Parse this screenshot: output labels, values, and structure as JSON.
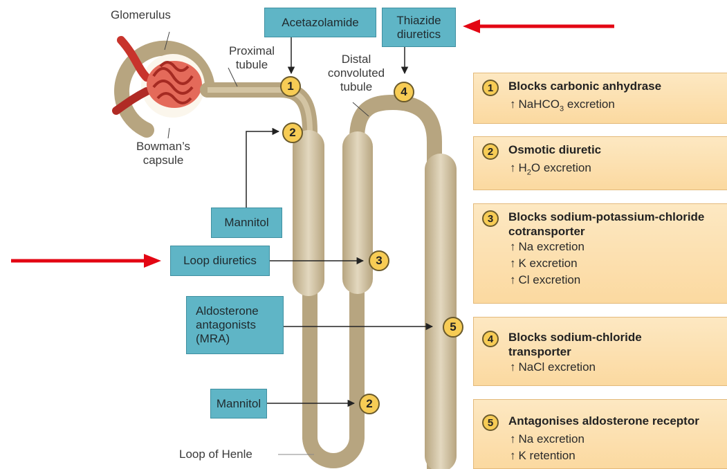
{
  "diagram": {
    "structures": {
      "glomerulus": "Glomerulus",
      "proximal_tubule": "Proximal tubule",
      "bowmans_capsule": "Bowman’s capsule",
      "distal_tubule": "Distal convoluted tubule",
      "loop_of_henle": "Loop of Henle"
    },
    "drugs": {
      "acetazolamide": "Acetazolamide",
      "thiazide": "Thiazide diuretics",
      "mannitol_top": "Mannitol",
      "loop": "Loop diuretics",
      "aldosterone": "Aldosterone antagonists (MRA)",
      "mannitol_bottom": "Mannitol"
    },
    "sites": [
      "1",
      "2",
      "3",
      "4",
      "5",
      "2"
    ],
    "panels": [
      {
        "num": "1",
        "title": "Blocks carbonic anhydrase",
        "effects": [
          {
            "pre": "NaHCO",
            "sub": "3",
            "post": " excretion"
          }
        ]
      },
      {
        "num": "2",
        "title": "Osmotic diuretic",
        "effects": [
          {
            "pre": "H",
            "sub": "2",
            "post": "O excretion"
          }
        ]
      },
      {
        "num": "3",
        "title": "Blocks sodium-potassium-chloride",
        "title2": "cotransporter",
        "effects": [
          {
            "pre": "Na excretion"
          },
          {
            "pre": "K excretion"
          },
          {
            "pre": "Cl excretion"
          }
        ]
      },
      {
        "num": "4",
        "title": "Blocks sodium-chloride",
        "title2": "transporter",
        "effects": [
          {
            "pre": "NaCl excretion"
          }
        ]
      },
      {
        "num": "5",
        "title": "Antagonises aldosterone receptor",
        "effects": [
          {
            "pre": "Na excretion"
          },
          {
            "pre": "K retention"
          }
        ]
      }
    ],
    "colors": {
      "tubule": "#bfae8a",
      "tubule_light": "#d8cbb0",
      "drug_box": "#5fb5c6",
      "badge": "#f7cc55",
      "panel": "#fbd9a0",
      "highlight_arrow": "#e30613",
      "glomerulus": "#c8342c"
    }
  }
}
